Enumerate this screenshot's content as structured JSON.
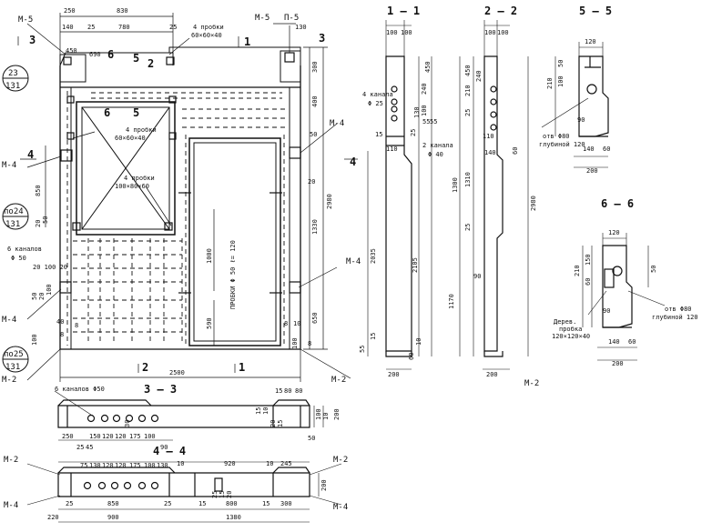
{
  "section_titles": {
    "s11": "1 — 1",
    "s22": "2 — 2",
    "s55": "5 — 5",
    "s66": "6 — 6",
    "s33": "3 — 3",
    "s44": "4 — 4"
  },
  "marks": {
    "m5_left": "М-5",
    "m5_right": "М-5",
    "p5": "П-5",
    "m4_left": "М-4",
    "m4_inner": "М-4",
    "m4_lower_left": "М-4",
    "m4_right": "М-4",
    "m2_left": "М-2",
    "m2_right": "М-2",
    "m2_section": "М-2",
    "m2_b44_left": "М-2",
    "m2_b44_right": "М-2",
    "m4_b44_left": "М-4",
    "m4_b44_right": "М-4"
  },
  "section_markers": {
    "c3_left": "3",
    "c3_right": "3",
    "c1_top": "1",
    "c1_bottom": "1",
    "c2_bottom": "2",
    "c4_left": "4",
    "c4_right": "4",
    "c5_top": "5",
    "c5_inner": "5",
    "c6_top": "6",
    "c6_inner": "6",
    "c2_top": "2"
  },
  "callouts": {
    "c23_top": "23",
    "c23_bot": "131",
    "p24_top": "по24",
    "p24_bot": "131",
    "p25_top": "по25",
    "p25_bot": "131"
  },
  "notes": {
    "plugs_60_top": "4 пробки",
    "plugs_60_top_size": "60×60×40",
    "plugs_60_inner": "4 пробки",
    "plugs_60_inner_size": "60×60×40",
    "plugs_100": "4 пробки",
    "plugs_100_size": "100×80×60",
    "plugs_phi50": "ПРОБКИ Φ 50  ℓ= 120",
    "ch6_label": "6 каналов",
    "ch6_phi": "Φ 50",
    "ch6_33": "6 каналов Φ50",
    "ch4": "4 канала",
    "ch4_phi": "Φ 25",
    "ch2": "2 канала",
    "ch2_phi": "Φ 40",
    "hole80_55": "отв Φ80",
    "depth_55": "глубиной 120",
    "hole80_66": "отв Φ80",
    "depth_66": "глубиной 120",
    "wood_plug": "Дерев.",
    "wood_plug2": "пробка",
    "wood_plug_size": "120×120×40"
  },
  "dims_main": {
    "top_250": "250",
    "top_830": "830",
    "top_140": "140",
    "top_25a": "25",
    "top_780": "780",
    "top_25b": "25",
    "top_130": "130",
    "top_450": "450",
    "top_690": "690",
    "r300": "300",
    "r400": "400",
    "r50": "50",
    "r20": "20",
    "r2980": "2980",
    "r1330": "1330",
    "r650": "650",
    "r8": "8",
    "r10": "10",
    "r100": "100",
    "r8b": "8",
    "l850": "850",
    "l50": "50",
    "l20": "20",
    "l100a": "100",
    "l20b": "20",
    "l50b": "50",
    "l40": "40",
    "l8": "8",
    "l100b": "100",
    "l8b": "8",
    "in1000": "1000",
    "in590": "590",
    "bot_2500": "2500",
    "l20_100_20": "20 100 20"
  },
  "dims_s11": {
    "w100a": "100",
    "w100b": "100",
    "d450": "450",
    "d240": "240",
    "d130": "130",
    "d100": "100",
    "d25": "25",
    "d55a": "55",
    "d55b": "55",
    "d15": "15",
    "d110": "110",
    "d2035": "2035",
    "d2105": "2105",
    "d55c": "55",
    "d15b": "15",
    "d60": "60",
    "d10": "10",
    "w200": "200"
  },
  "dims_s22": {
    "w100a": "100",
    "w100b": "100",
    "d450": "450",
    "d210": "210",
    "d240": "240",
    "d25a": "25",
    "d1300": "1300",
    "d1310": "1310",
    "d25b": "25",
    "d110": "110",
    "d140": "140",
    "d60": "60",
    "d90": "90",
    "d1170": "1170",
    "d2980": "2980",
    "w200": "200"
  },
  "dims_s55": {
    "w120": "120",
    "d50": "50",
    "d100": "100",
    "d210": "210",
    "d90": "90",
    "d140": "140",
    "d60": "60",
    "w200": "200"
  },
  "dims_s66": {
    "w120": "120",
    "d150": "150",
    "d210": "210",
    "d50": "50",
    "d60": "60",
    "d90": "90",
    "d140": "140",
    "d60b": "60",
    "w200": "200"
  },
  "dims_s33": {
    "d250": "250",
    "d25": "25",
    "d45": "45",
    "d150": "150",
    "d120a": "120",
    "d120b": "120",
    "d175": "175",
    "d100": "100",
    "d90": "90",
    "d30": "30",
    "r15": "15",
    "r80": "80",
    "r80b": "80",
    "r15b": "15",
    "r100": "100",
    "r200": "200",
    "r50": "50",
    "r10": "10",
    "r20": "20",
    "r15c": "15",
    "r10b": "10"
  },
  "dims_s44": {
    "t75": "75",
    "t130": "130",
    "t120a": "120",
    "t120b": "120",
    "t175": "175",
    "t100": "100",
    "t130b": "130",
    "t10": "10",
    "t920": "920",
    "t10b": "10",
    "t245": "245",
    "b25": "25",
    "b850": "850",
    "b25b": "25",
    "b15": "15",
    "b800": "800",
    "b15b": "15",
    "b300": "300",
    "b220": "220",
    "b900": "900",
    "b1380": "1380",
    "r200": "200",
    "r25": "25",
    "r15": "15",
    "r20": "20"
  }
}
